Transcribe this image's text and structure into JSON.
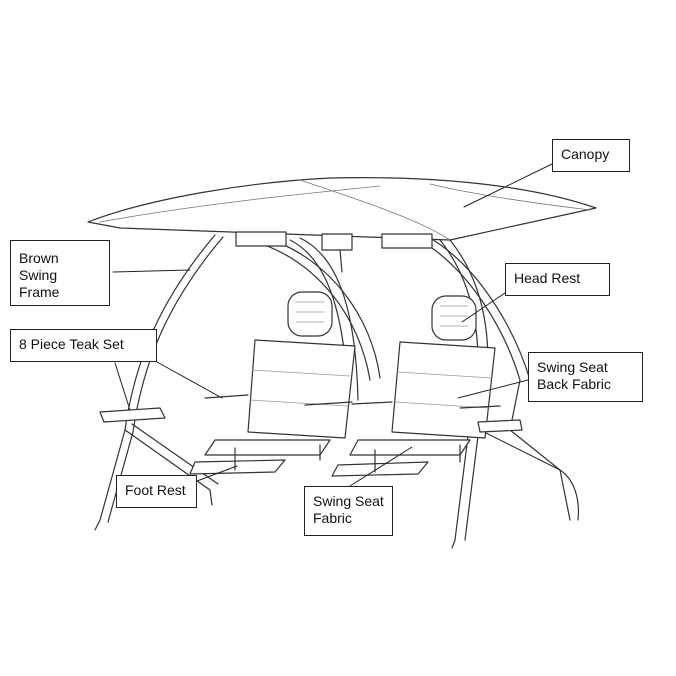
{
  "labels": {
    "canopy": "Canopy",
    "frame": "Brown\nSwing\nFrame",
    "teak_set": "8 Piece Teak Set",
    "head_rest": "Head Rest",
    "back_fabric": "Swing Seat\nBack Fabric",
    "foot_rest": "Foot Rest",
    "seat_fabric": "Swing Seat\nFabric"
  },
  "colors": {
    "line": "#222222",
    "background": "#ffffff"
  }
}
